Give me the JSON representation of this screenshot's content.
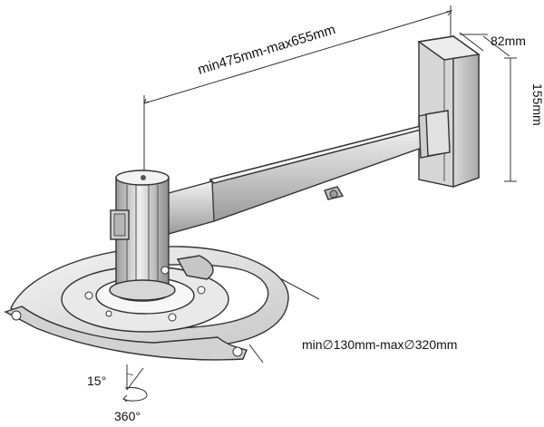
{
  "labels": {
    "arm_extension": "min475mm-max655mm",
    "plate_depth": "82mm",
    "plate_height": "155mm",
    "mount_diameter": "min∅130mm-max∅320mm",
    "tilt_angle": "15°",
    "rotation_angle": "360°"
  },
  "colors": {
    "metal_light": "#e6e6e6",
    "metal_mid": "#bdbdbd",
    "metal_dark": "#8a8a8a",
    "outline": "#333333"
  },
  "icons": [
    "tilt-angle-icon",
    "rotation-arrow-icon"
  ]
}
